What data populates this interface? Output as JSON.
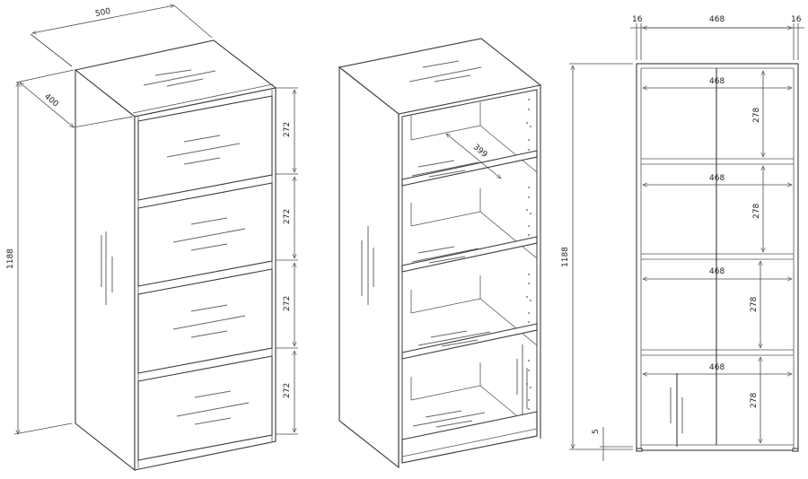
{
  "drawings": [
    {
      "name": "closed-cabinet-isometric",
      "dimensions": {
        "width": "500",
        "depth": "400",
        "height": "1188",
        "door_heights": [
          "272",
          "272",
          "272",
          "272"
        ]
      }
    },
    {
      "name": "open-shelf-isometric",
      "dimensions": {
        "shelf_depth": "399"
      }
    },
    {
      "name": "front-elevation",
      "dimensions": {
        "side_left": "16",
        "inner_width": "468",
        "side_right": "16",
        "height": "1188",
        "plinth": "5",
        "compartments": [
          {
            "width": "468",
            "height": "278"
          },
          {
            "width": "468",
            "height": "278"
          },
          {
            "width": "468",
            "height": "278"
          },
          {
            "width": "468",
            "height": "278"
          }
        ]
      }
    }
  ],
  "colors": {
    "line": "#3a3a3a",
    "background": "#ffffff"
  }
}
